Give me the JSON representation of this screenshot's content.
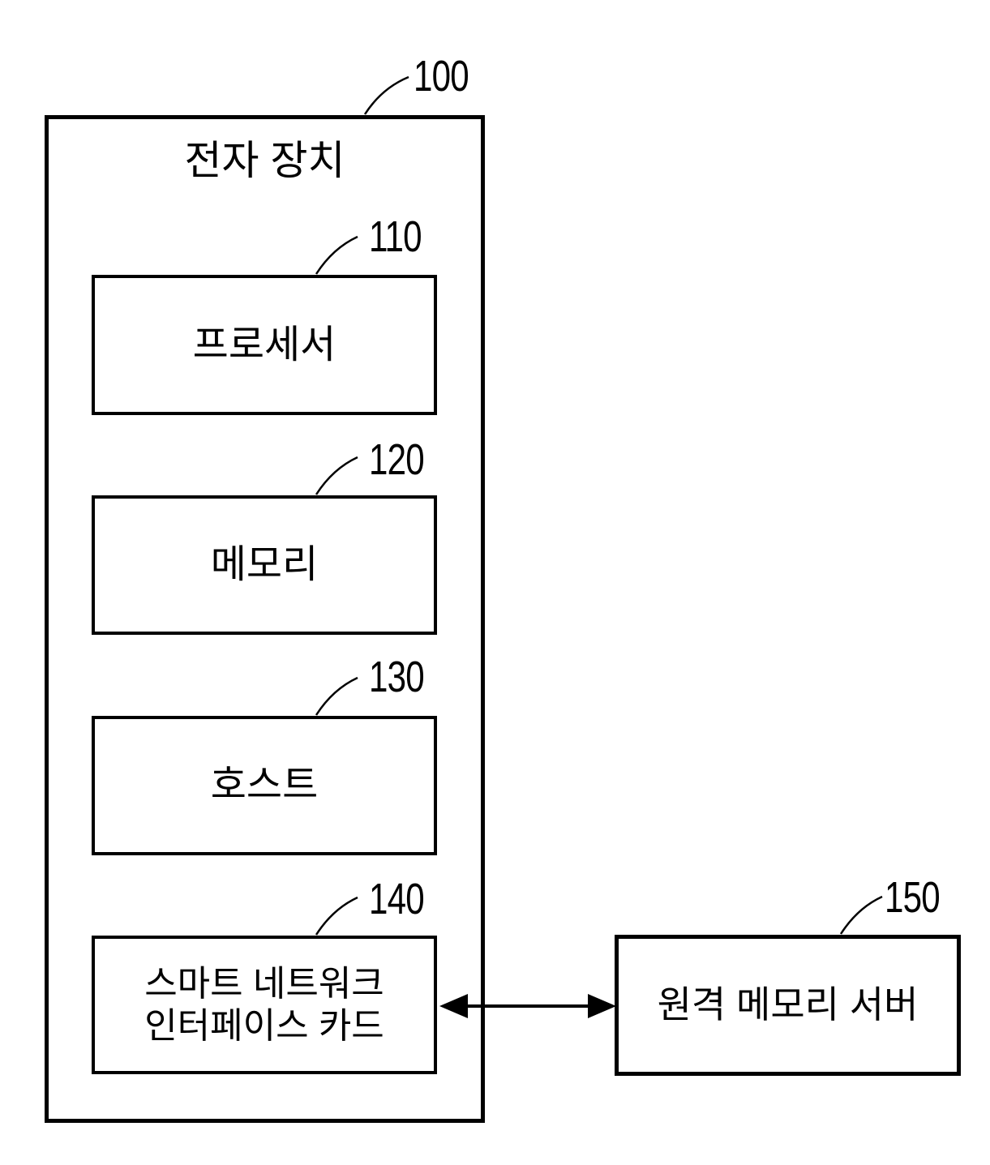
{
  "figure": {
    "colors": {
      "background": "#ffffff",
      "line": "#000000"
    },
    "outer_box": {
      "label": "전자 장치",
      "ref": "100"
    },
    "inner_boxes": [
      {
        "id": "processor",
        "label": "프로세서",
        "ref": "110"
      },
      {
        "id": "memory",
        "label": "메모리",
        "ref": "120"
      },
      {
        "id": "host",
        "label": "호스트",
        "ref": "130"
      },
      {
        "id": "smart-nic",
        "lines": [
          "스마트 네트워크",
          "인터페이스 카드"
        ],
        "ref": "140"
      }
    ],
    "external_box": {
      "id": "remote-memory-server",
      "label": "원격 메모리 서버",
      "ref": "150"
    },
    "connection": {
      "type": "bidirectional-arrow",
      "from": "smart-nic",
      "to": "remote-memory-server"
    }
  }
}
